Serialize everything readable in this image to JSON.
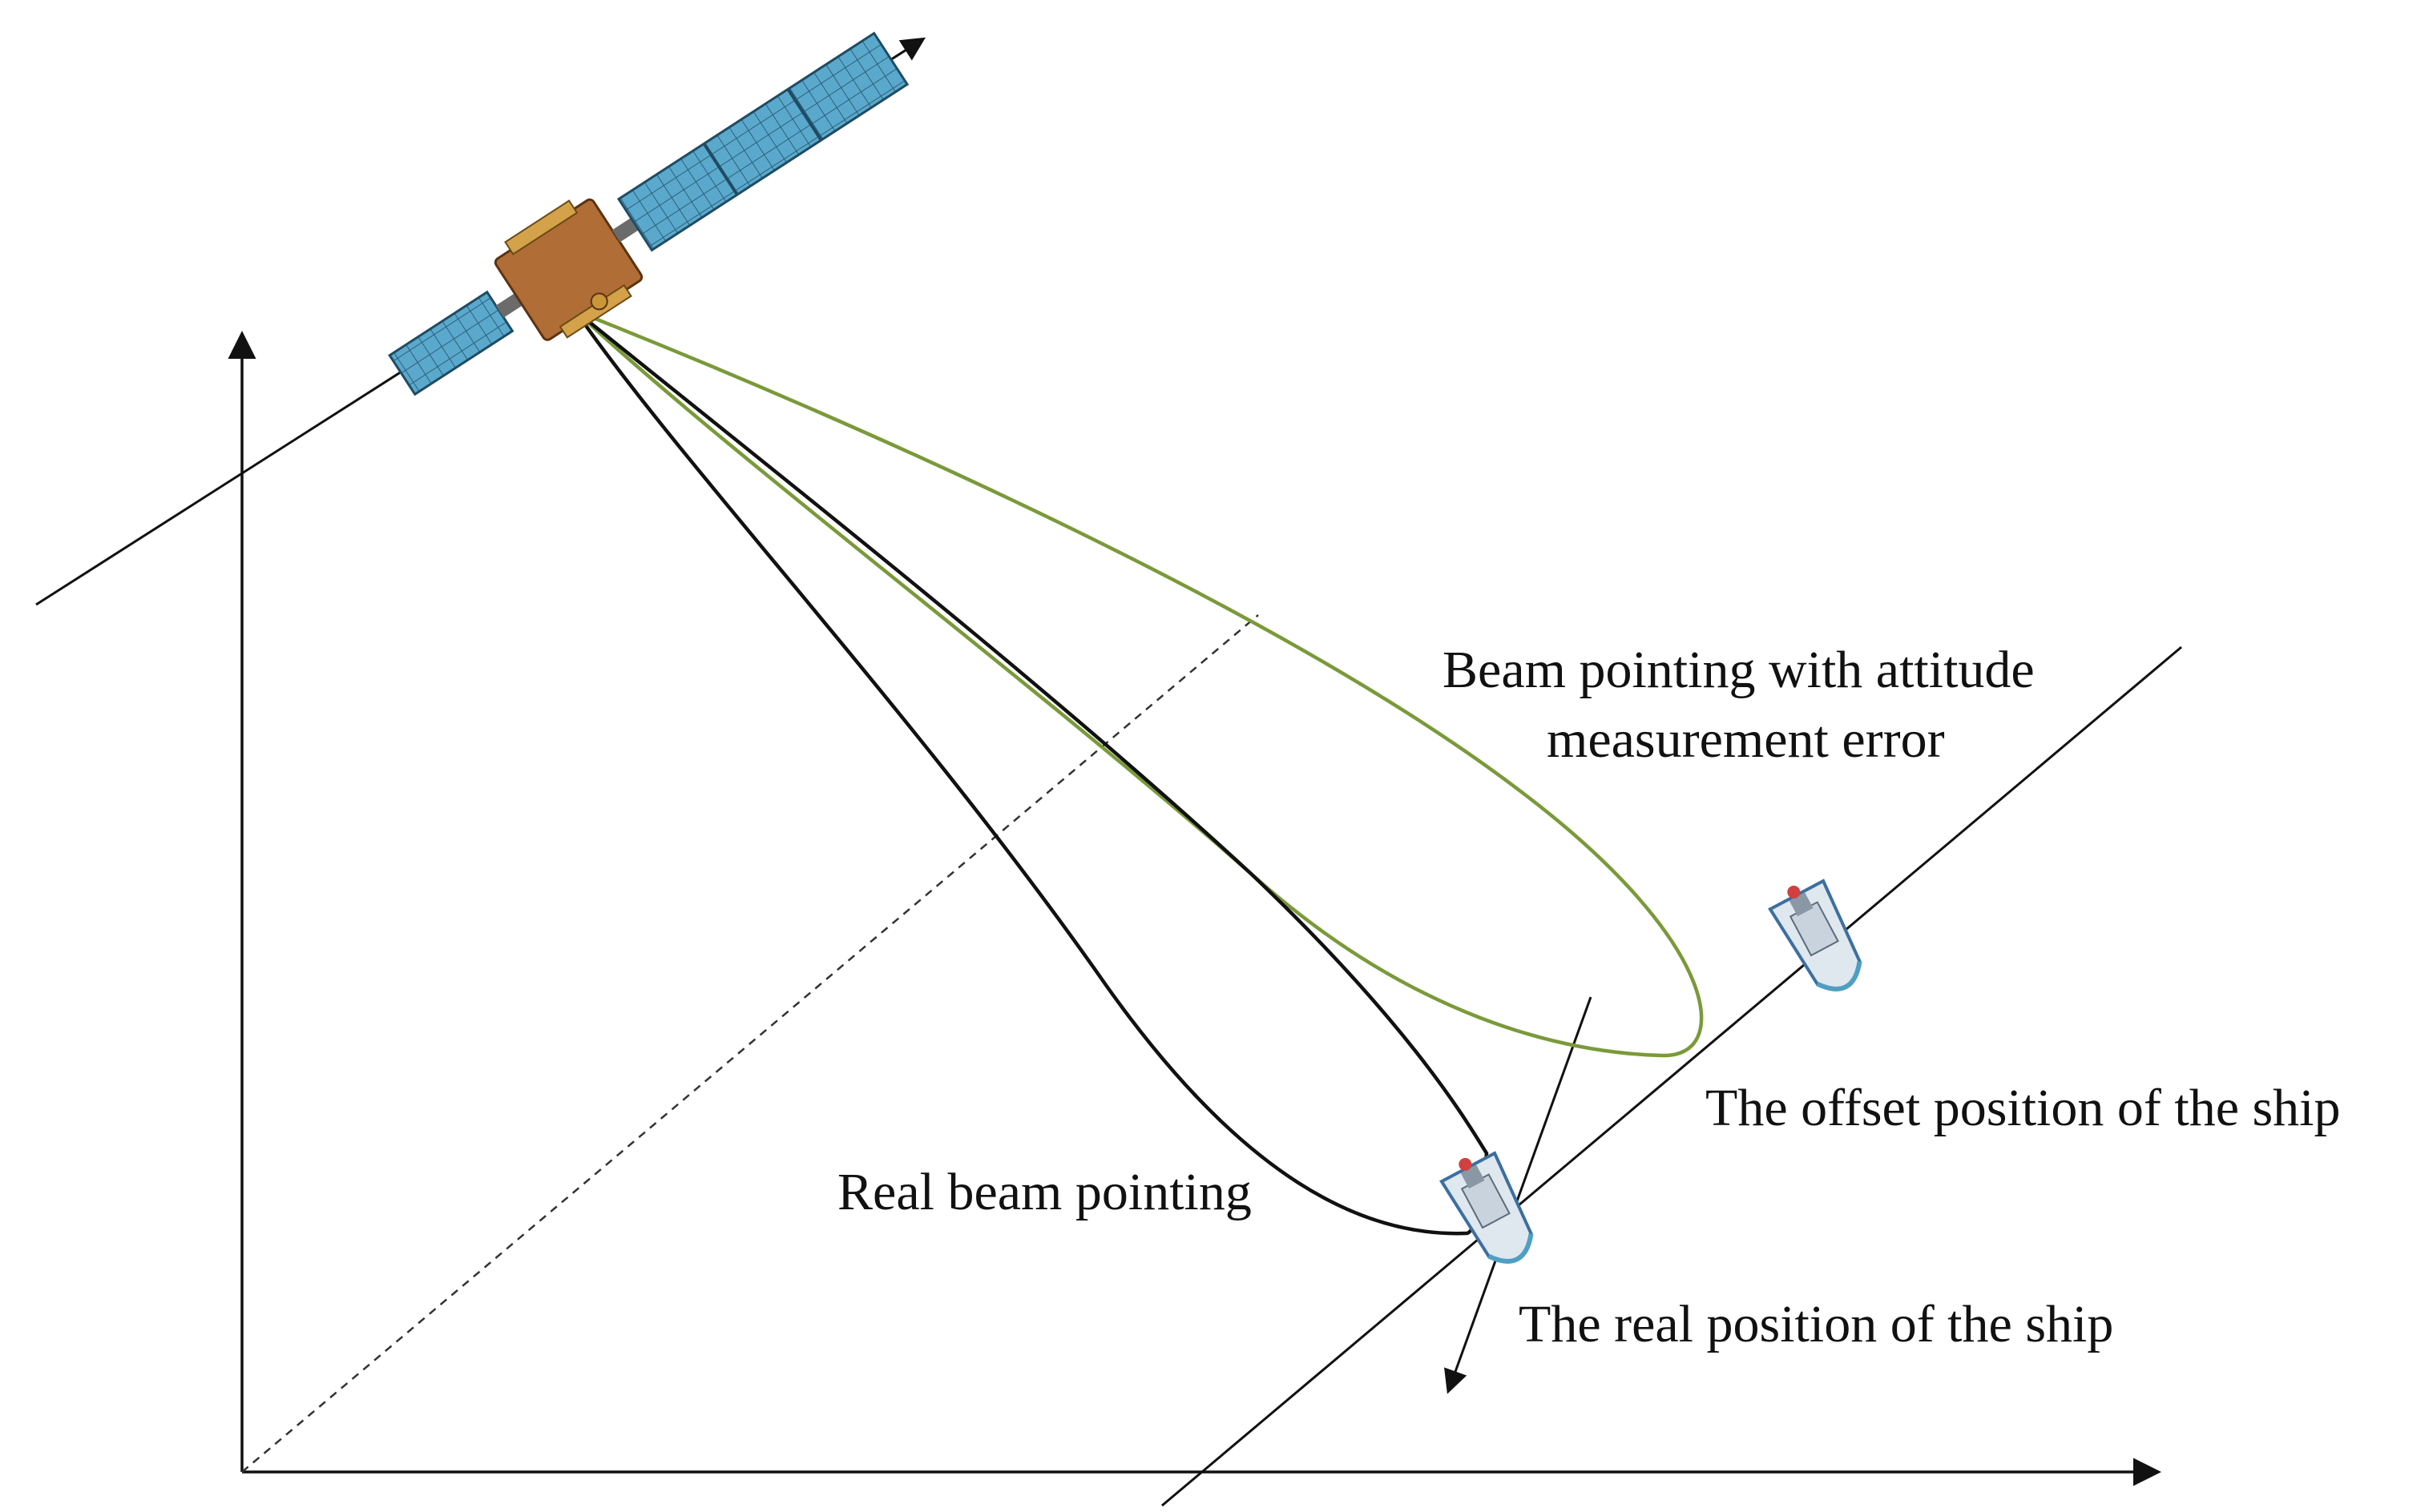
{
  "labels": {
    "beam_error_line1": "Beam pointing with attitude",
    "beam_error_line2": "measurement error",
    "offset_position": "The  offset position of the ship",
    "real_beam": "Real  beam pointing",
    "real_position": "The real position of the ship"
  },
  "colors": {
    "real_beam": "#111111",
    "error_beam": "#7a9a3a",
    "axes": "#111111",
    "panel_blue": "#4f9fc2",
    "bus_gold": "#c9963a"
  },
  "icons": {
    "satellite": "satellite-icon",
    "ship_real": "ship-icon",
    "ship_offset": "ship-icon"
  }
}
